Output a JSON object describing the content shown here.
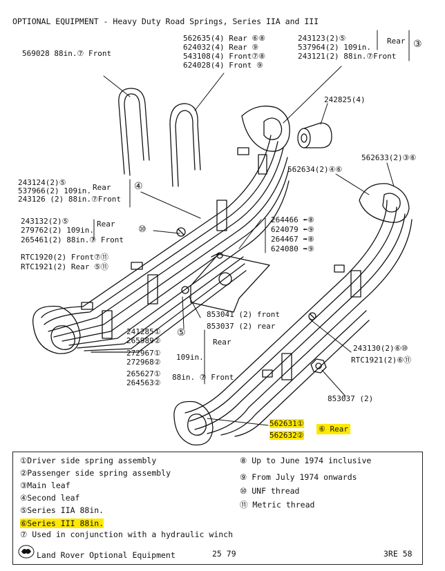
{
  "title": "OPTIONAL EQUIPMENT - Heavy Duty Road Springs, Series IIA and III",
  "labels": {
    "uclamp_front": "569028 88in.⑦ Front",
    "uclamp_group": [
      "562635(4) Rear ⑥⑧",
      "624032(4) Rear  ⑨",
      "543108(4) Front⑦⑧",
      "624028(4) Front ⑨"
    ],
    "main_leaf_group": [
      "243123(2)⑤",
      "537964(2)   109in.",
      "243121(2)     88in.⑦Front"
    ],
    "main_leaf_side": "Rear",
    "main_leaf_ref": "③",
    "bush": "242825(4)",
    "rear_eye_a": "562633(2)③⑥",
    "rear_eye_b": "562634(2)④⑥",
    "second_leaf_group": [
      "243124(2)⑤",
      "537966(2) 109in.",
      "243126 (2) 88in.⑦Front"
    ],
    "second_leaf_side": "Rear",
    "second_leaf_ref": "④",
    "spring_group_a": [
      "243132(2)⑤",
      "279762(2)  109in.",
      "265461(2)  88in.⑦  Front"
    ],
    "spring_group_a_side": "Rear",
    "thread_ref": "⑩",
    "rtc_front": "RTC1920(2) Front⑦⑪",
    "rtc_rear": "RTC1921(2) Rear  ⑤⑪",
    "bolts": [
      "264466 ⬅⑧",
      "624079 ⬅⑨",
      "264467 ➡⑧",
      "624080 ➡⑨"
    ],
    "plate_front": "853041 (2) front",
    "plate_rear": "853037 (2) rear",
    "assembly_ref": "⑤",
    "assembly_group": [
      "241285①",
      "265989②",
      "272967①",
      "272968②",
      "265627①",
      "264563②"
    ],
    "assembly_rear": "Rear",
    "assembly_109": "109in.",
    "assembly_88": "88in. ⑦ Front",
    "right_group": [
      "243130(2)⑥⑩",
      "RTC1921(2)⑥⑪"
    ],
    "nut": "853037 (2)",
    "highlight_parts": [
      "562631①",
      "562632②"
    ],
    "highlight_label": "⑥ Rear"
  },
  "legend": {
    "left": [
      "①Driver side spring assembly",
      "②Passenger side spring assembly",
      "③Main leaf",
      "④Second leaf",
      "⑤Series IIA 88in.",
      "⑥Series III 88in.",
      "⑦ Used in conjunction with a hydraulic winch"
    ],
    "right": [
      "⑧ Up to June 1974 inclusive",
      "⑨ From July 1974 onwards",
      "⑩ UNF thread",
      "⑪ Metric thread"
    ]
  },
  "footer": {
    "brand": "Land Rover Optional Equipment",
    "page": "25 79",
    "ref": "3RE 58"
  },
  "colors": {
    "highlight": "#ffe800",
    "ink": "#111111"
  }
}
